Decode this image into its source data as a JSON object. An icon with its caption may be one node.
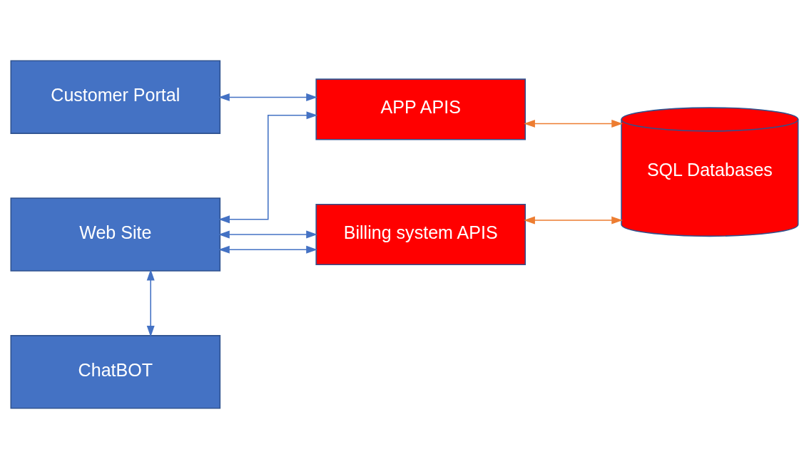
{
  "diagram": {
    "nodes": [
      {
        "text": [
          "Customer Portal"
        ]
      },
      {
        "text": [
          "APP APIS"
        ]
      },
      {
        "text": [
          "SQL Databases"
        ]
      },
      {
        "text": [
          "Web Site"
        ]
      },
      {
        "text": [
          "Billing system APIS"
        ]
      },
      {
        "text": [
          "ChatBOT"
        ]
      }
    ],
    "edges": [
      {
        "from": 0,
        "to": 1,
        "arrow": "both"
      },
      {
        "from": 3,
        "to": 1,
        "arrow": "both"
      },
      {
        "from": 3,
        "to": 4,
        "arrow": "both"
      },
      {
        "from": 3,
        "to": 4,
        "arrow": "both"
      },
      {
        "from": 1,
        "to": 2,
        "arrow": "both",
        "color": "#ed7d31"
      },
      {
        "from": 4,
        "to": 2,
        "arrow": "both",
        "color": "#ed7d31"
      },
      {
        "from": 3,
        "to": 5,
        "arrow": "both"
      }
    ]
  }
}
